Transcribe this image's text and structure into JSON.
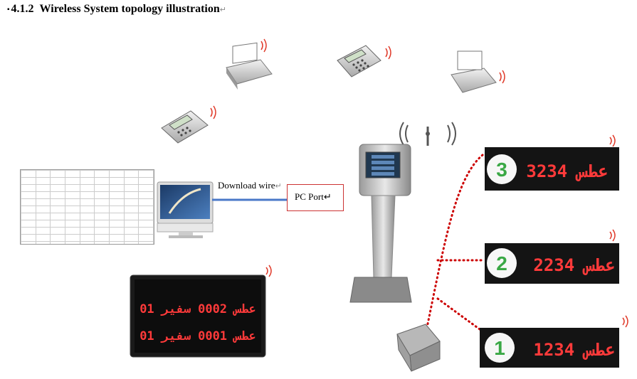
{
  "heading": {
    "bullet": "▪",
    "number": "4.1.2",
    "title": "Wireless System topology illustration",
    "return_mark": "↵"
  },
  "labels": {
    "download_wire": "Download wire",
    "pc_port": "PC Port",
    "return_mark": "↵"
  },
  "counter_displays": [
    {
      "badge": "3",
      "text": "عطس 3234"
    },
    {
      "badge": "2",
      "text": "عطس 2234"
    },
    {
      "badge": "1",
      "text": "عطس 1234"
    }
  ],
  "main_display": {
    "line1": "عطس 0002 سفير 01",
    "line2": "عطس 0001 سفير 01"
  },
  "colors": {
    "led_red": "#ff3a3a",
    "wire": "#4a78c8",
    "dotted_link": "#cc0000",
    "badge_green": "#3aa845",
    "signal": "#e03a2a"
  }
}
